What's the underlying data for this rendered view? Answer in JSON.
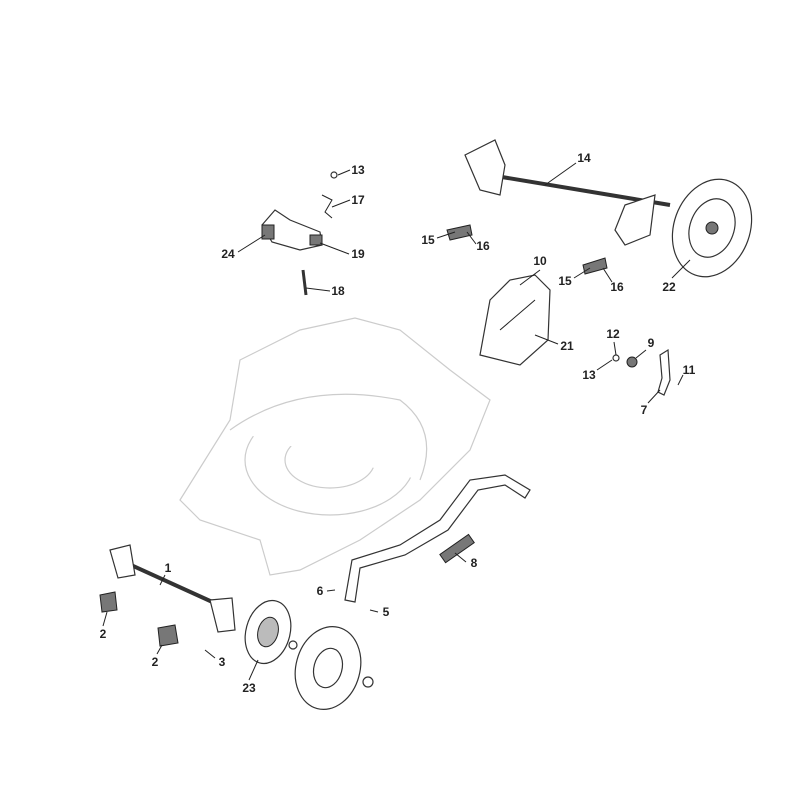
{
  "diagram": {
    "title": "Lawn mower deck and wheel assembly exploded view",
    "callouts": [
      "13",
      "17",
      "24",
      "19",
      "18",
      "14",
      "15",
      "16",
      "10",
      "15",
      "16",
      "22",
      "12",
      "9",
      "21",
      "13",
      "11",
      "7",
      "8",
      "6",
      "5",
      "1",
      "2",
      "2",
      "3",
      "23"
    ]
  }
}
